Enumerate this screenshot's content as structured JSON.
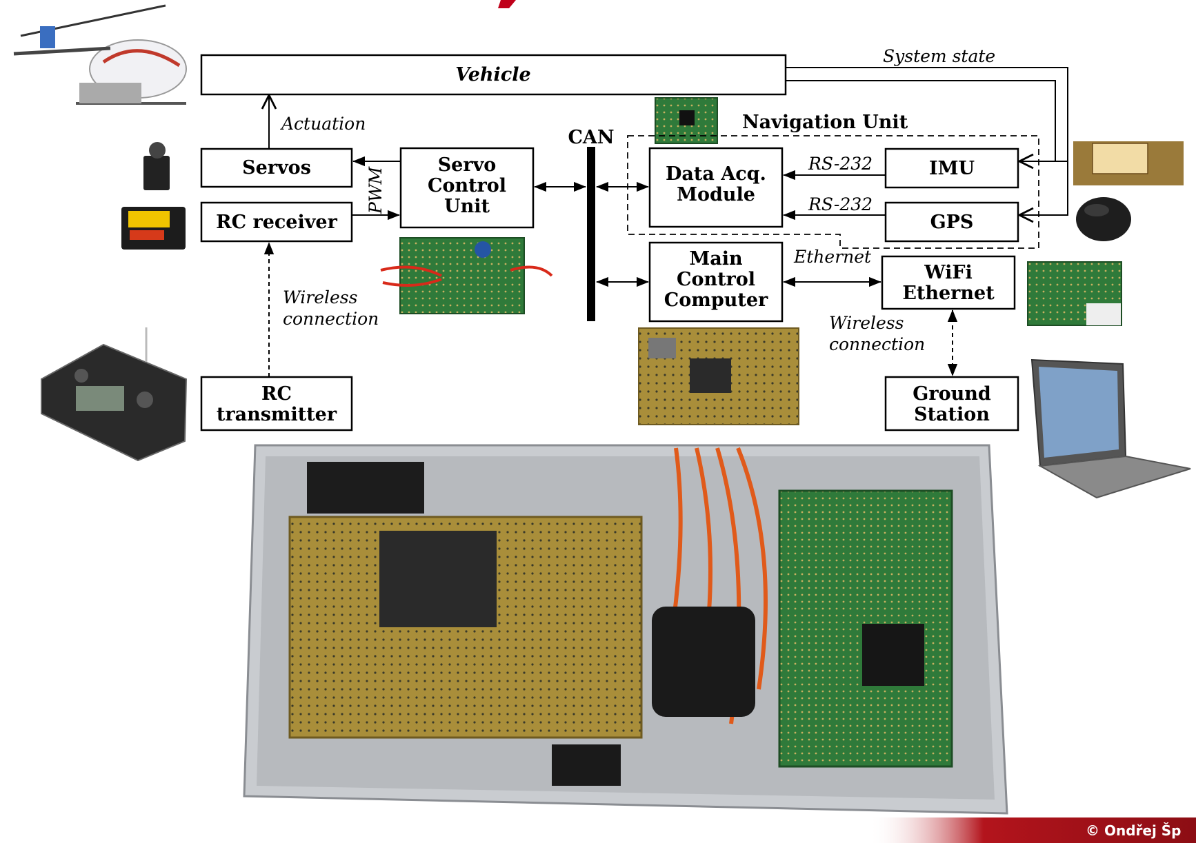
{
  "blocks": {
    "vehicle": "Vehicle",
    "servos": "Servos",
    "rc_receiver": "RC receiver",
    "rc_transmitter": [
      "RC",
      "transmitter"
    ],
    "servo_control_unit": [
      "Servo",
      "Control",
      "Unit"
    ],
    "data_acq_module": [
      "Data Acq.",
      "Module"
    ],
    "imu": "IMU",
    "gps": "GPS",
    "main_control_computer": [
      "Main",
      "Control",
      "Computer"
    ],
    "wifi_ethernet": [
      "WiFi",
      "Ethernet"
    ],
    "ground_station": [
      "Ground",
      "Station"
    ]
  },
  "bus": {
    "can": "CAN"
  },
  "group": {
    "navigation_unit": "Navigation Unit"
  },
  "links": {
    "system_state": "System state",
    "actuation": "Actuation",
    "pwm": "PWM",
    "rs232_imu": "RS-232",
    "rs232_gps": "RS-232",
    "ethernet": "Ethernet",
    "wireless_rc": [
      "Wireless",
      "connection"
    ],
    "wireless_ground": [
      "Wireless",
      "connection"
    ]
  },
  "footer": {
    "copyright": "© Ondřej Šp"
  },
  "colors": {
    "accent": "#c0001a",
    "footer_bar": "#b3141c"
  }
}
